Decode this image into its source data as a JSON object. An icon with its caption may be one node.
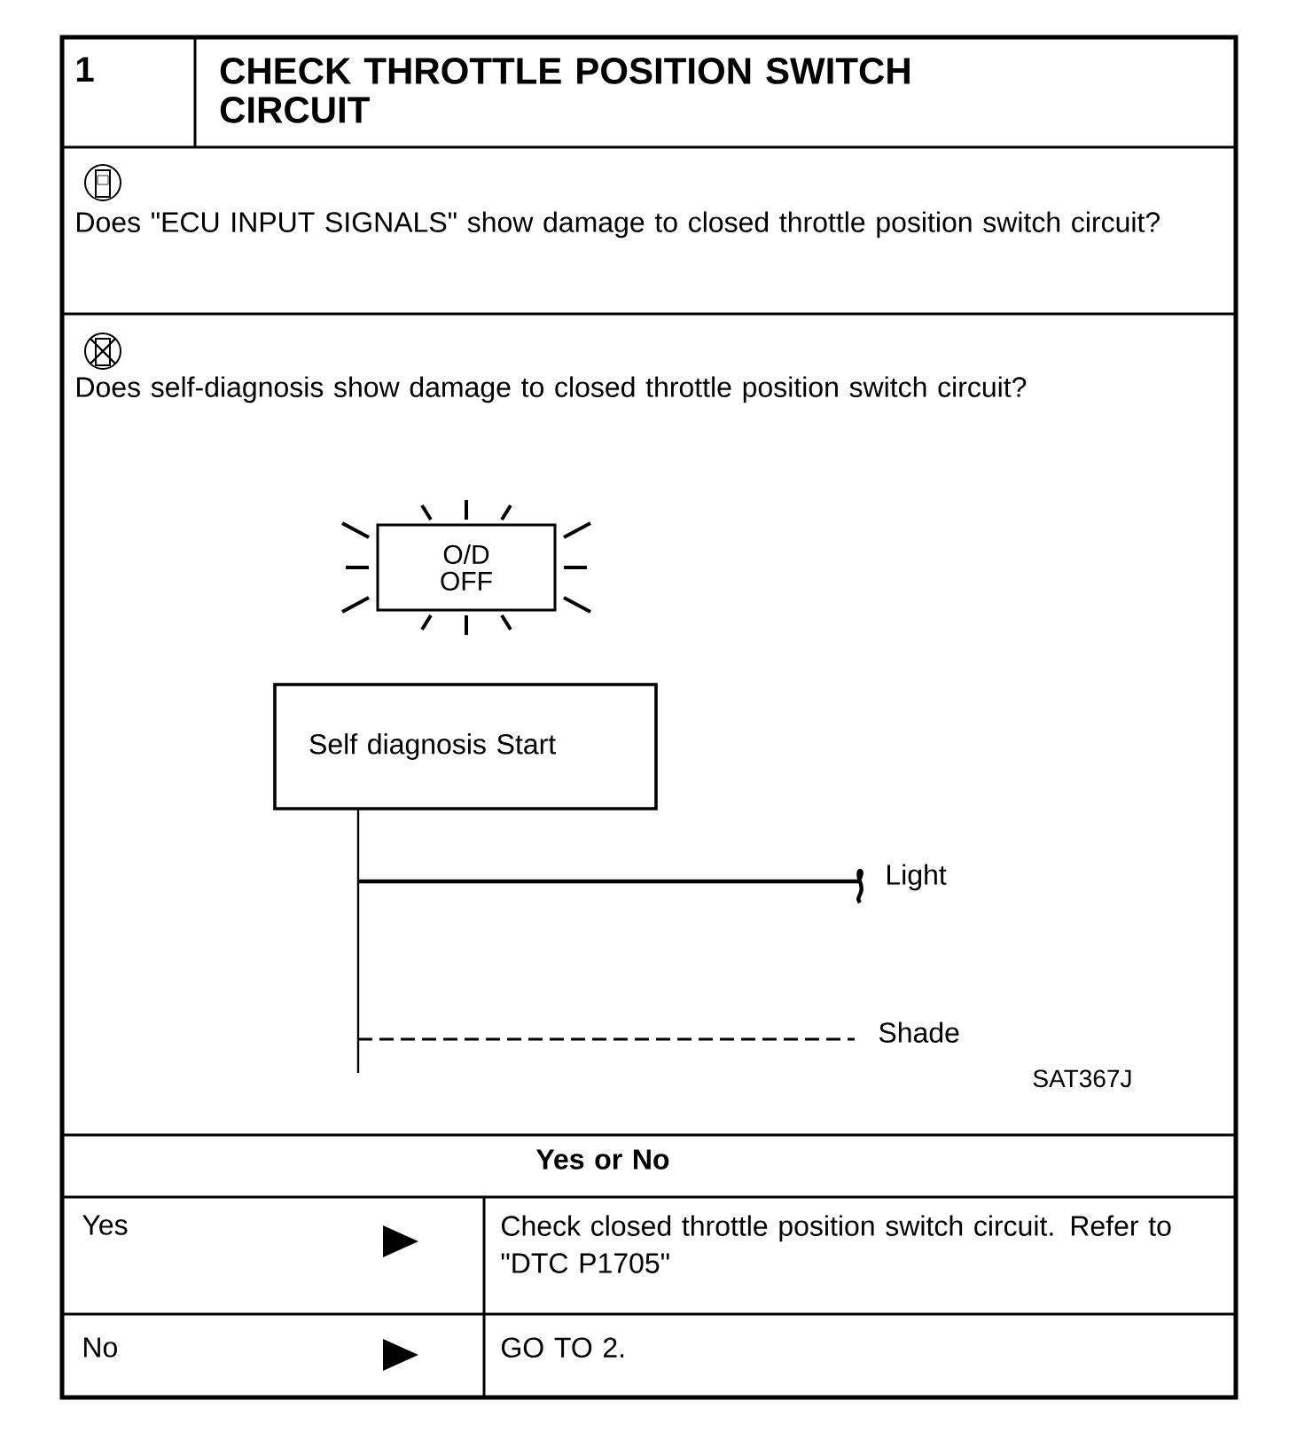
{
  "diagram": {
    "title": "CHECK THROTTLE POSITION SWITCH CIRCUIT",
    "nodes": [
      {
        "text": [
          "O/D OFF"
        ]
      },
      {
        "text": [
          "Self diagnosis Start"
        ]
      }
    ],
    "labels": [
      "1",
      "Does \"ECU INPUT SIGNALS\" show damage to closed throttle position switch circuit?",
      "Does self-diagnosis show damage to closed throttle position switch circuit?",
      "Light",
      "Shade",
      "SAT367J",
      "Yes or No",
      "Yes",
      "Check closed throttle position switch circuit. Refer to \"DTC P1705\"",
      "No",
      "GO TO 2."
    ]
  }
}
